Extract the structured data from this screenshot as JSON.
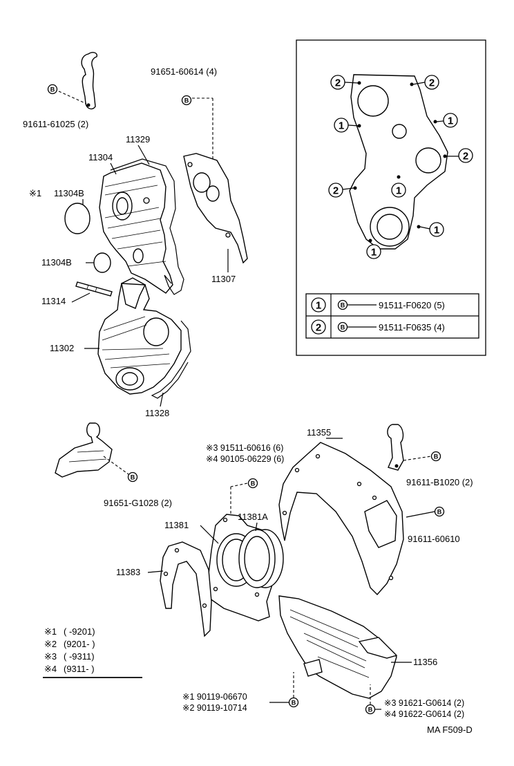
{
  "callouts": {
    "p91611_61025": "91611-61025 (2)",
    "p91651_60614": "91651-60614 (4)",
    "p11329": "11329",
    "p11304": "11304",
    "p11304B_star1_mark": "※1",
    "p11304B_a": "11304B",
    "p11304B_b": "11304B",
    "p11314": "11314",
    "p11302": "11302",
    "p11307": "11307",
    "p11328": "11328",
    "p11355": "11355",
    "p91511_60616": "※3 91511-60616 (6)",
    "p90105_06229": "※4 90105-06229 (6)",
    "p91611_B1020": "91611-B1020 (2)",
    "p91651_G1028": "91651-G1028 (2)",
    "p91611_60610": "91611-60610",
    "p11381": "11381",
    "p11381A": "11381A",
    "p11383": "11383",
    "p11356": "11356",
    "p90119_06670": "※1 90119-06670",
    "p90119_10714": "※2 90119-10714",
    "p91621_G0614": "※3 91621-G0614 (2)",
    "p91622_G0614": "※4 91622-G0614 (2)"
  },
  "bolt_marker": "B",
  "inset_table": {
    "rows": [
      {
        "index": "1",
        "marker": "B",
        "part": "91511-F0620 (5)"
      },
      {
        "index": "2",
        "marker": "B",
        "part": "91511-F0635 (4)"
      }
    ],
    "diagram_labels": [
      "2",
      "2",
      "1",
      "1",
      "2",
      "2",
      "1",
      "1",
      "1"
    ]
  },
  "legend": {
    "rows": [
      {
        "mark": "※1",
        "range": "(      -9201)"
      },
      {
        "mark": "※2",
        "range": "(9201-       )"
      },
      {
        "mark": "※3",
        "range": "(      -9311)"
      },
      {
        "mark": "※4",
        "range": "(9311-       )"
      }
    ]
  },
  "figure_code": "MA  F509-D"
}
